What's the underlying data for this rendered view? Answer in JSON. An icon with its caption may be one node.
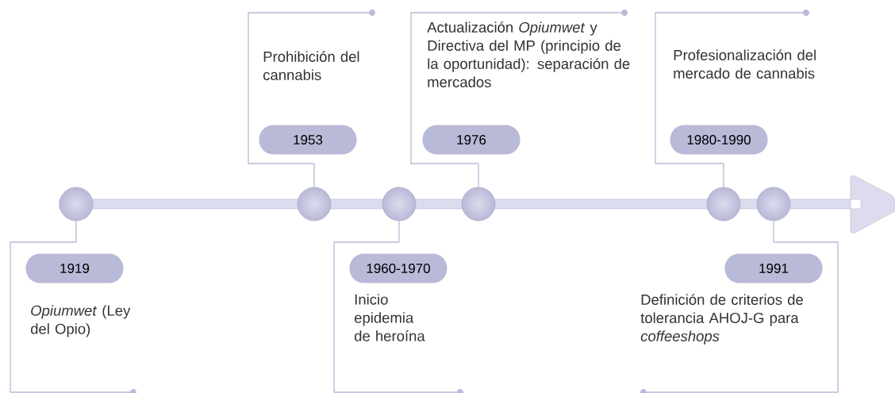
{
  "diagram": {
    "nodes": [
      {
        "text": [
          "1919",
          "*Opiumwet* (Ley del Opio)"
        ]
      },
      {
        "text": [
          "Prohibición del cannabis",
          "1953"
        ]
      },
      {
        "text": [
          "1960-1970",
          "Inicio epidemia de heroína"
        ]
      },
      {
        "text": [
          "Actualización *Opiumwet* y Directiva del MP (principio de la oportunidad): separación de mercados",
          "1976"
        ]
      },
      {
        "text": [
          "Profesionalización del mercado de cannabis",
          "1980-1990"
        ]
      },
      {
        "text": [
          "1991",
          "Definición de criterios de tolerancia AHOJ-G para *coffeeshops*"
        ]
      },
      {
        "text": [],
        "shape": "circle"
      },
      {
        "text": [],
        "shape": "circle"
      },
      {
        "text": [],
        "shape": "circle"
      },
      {
        "text": [],
        "shape": "circle"
      },
      {
        "text": [],
        "shape": "circle"
      },
      {
        "text": [],
        "shape": "circle"
      }
    ],
    "edges": [
      {
        "from": 6,
        "to": 0,
        "arrow": "none"
      },
      {
        "from": 7,
        "to": 1,
        "arrow": "none"
      },
      {
        "from": 8,
        "to": 2,
        "arrow": "none"
      },
      {
        "from": 9,
        "to": 3,
        "arrow": "none"
      },
      {
        "from": 10,
        "to": 4,
        "arrow": "none"
      },
      {
        "from": 11,
        "to": 5,
        "arrow": "none"
      }
    ]
  }
}
